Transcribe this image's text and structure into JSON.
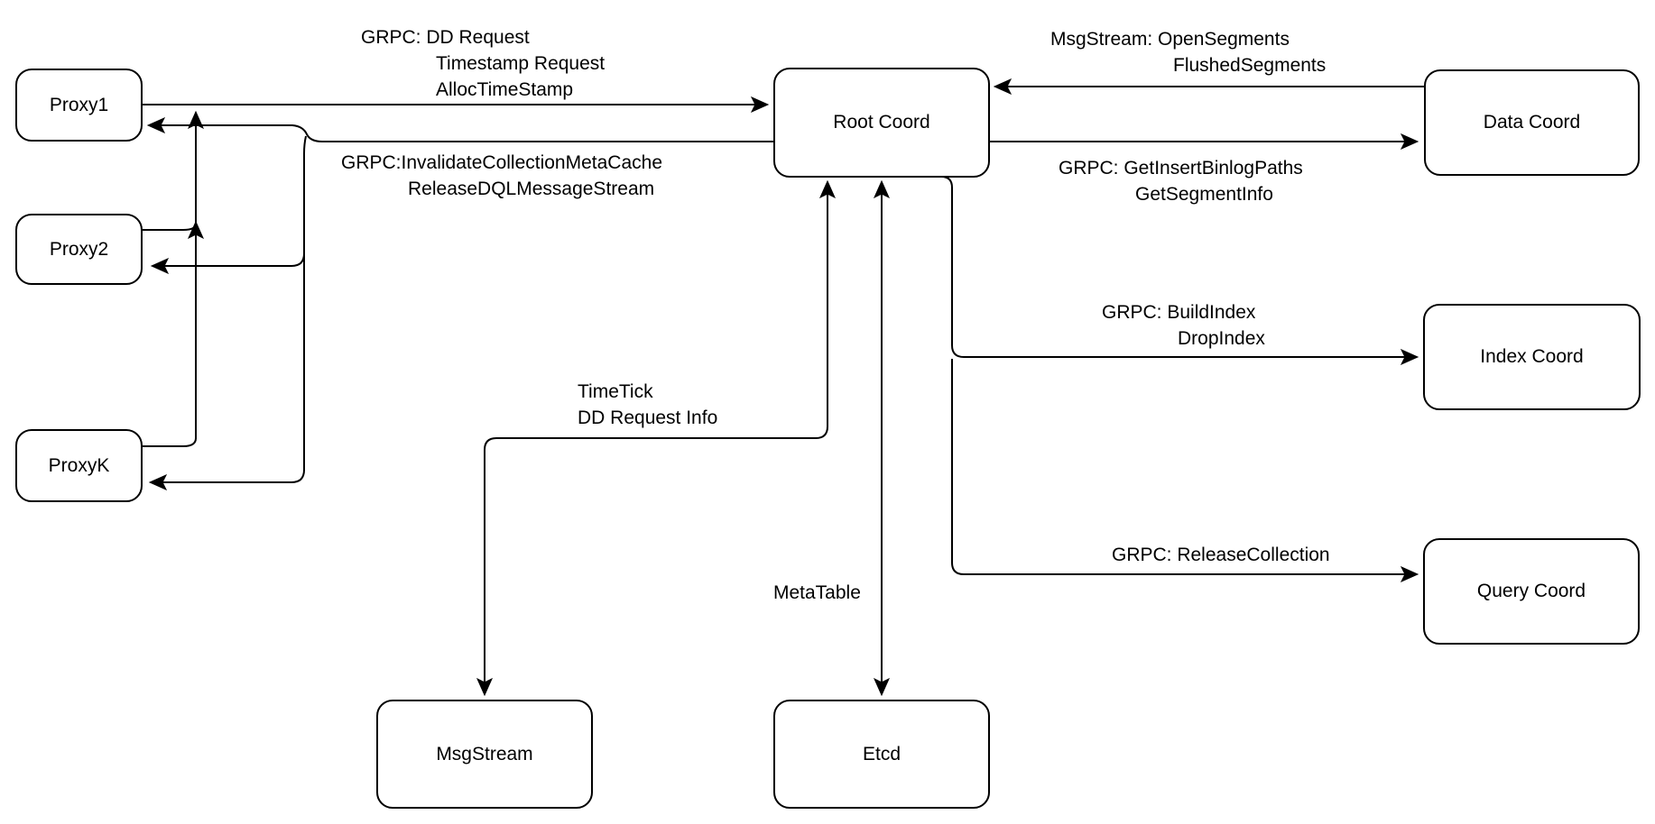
{
  "diagram": {
    "background": "#ffffff",
    "stroke_color": "#000000",
    "node_fill": "#ffffff",
    "nodes": {
      "proxy1": {
        "label": "Proxy1"
      },
      "proxy2": {
        "label": "Proxy2"
      },
      "proxyk": {
        "label": "ProxyK"
      },
      "rootcoord": {
        "label": "Root Coord"
      },
      "datacoord": {
        "label": "Data Coord"
      },
      "indexcoord": {
        "label": "Index Coord"
      },
      "querycoord": {
        "label": "Query Coord"
      },
      "msgstream": {
        "label": "MsgStream"
      },
      "etcd": {
        "label": "Etcd"
      }
    },
    "edges": {
      "proxies_to_rootcoord": {
        "label_lines": [
          "GRPC: DD Request",
          "Timestamp Request",
          "AllocTimeStamp"
        ]
      },
      "rootcoord_to_proxies": {
        "label_lines": [
          "GRPC:InvalidateCollectionMetaCache",
          "ReleaseDQLMessageStream"
        ]
      },
      "datacoord_to_rootcoord": {
        "label_lines": [
          "MsgStream: OpenSegments",
          "FlushedSegments"
        ]
      },
      "rootcoord_to_datacoord": {
        "label_lines": [
          "GRPC: GetInsertBinlogPaths",
          "GetSegmentInfo"
        ]
      },
      "rootcoord_to_indexcoord": {
        "label_lines": [
          "GRPC: BuildIndex",
          "DropIndex"
        ]
      },
      "rootcoord_to_querycoord": {
        "label_lines": [
          "GRPC: ReleaseCollection"
        ]
      },
      "rootcoord_to_msgstream": {
        "label_lines": [
          "TimeTick",
          "DD Request Info"
        ]
      },
      "rootcoord_to_etcd": {
        "label_lines": [
          "MetaTable"
        ]
      }
    }
  }
}
